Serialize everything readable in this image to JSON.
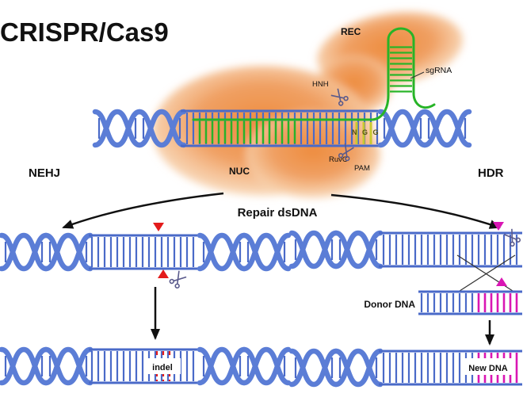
{
  "title": "CRISPR/Cas9",
  "protein": {
    "rec_domain": "REC",
    "nuc_domain": "NUC"
  },
  "annotations": {
    "sgrna": "sgRNA",
    "hnh": "HNH",
    "ruvc": "RuvC",
    "ngg": "N G G",
    "pam": "PAM"
  },
  "pathways": {
    "repair_caption": "Repair dsDNA",
    "left_label": "NEHJ",
    "right_label": "HDR"
  },
  "outcomes": {
    "indel_label": "indel",
    "donor_dna_label": "Donor DNA",
    "new_dna_label": "New DNA"
  },
  "colors": {
    "cas9_orange": "#F0964E",
    "dna_blue": "#4A6AC8",
    "sgrna_green": "#27B427",
    "cut_red": "#E31B1B",
    "hdr_magenta": "#D916B4",
    "pam_yellow": "#C9C92E",
    "text": "#111111"
  }
}
